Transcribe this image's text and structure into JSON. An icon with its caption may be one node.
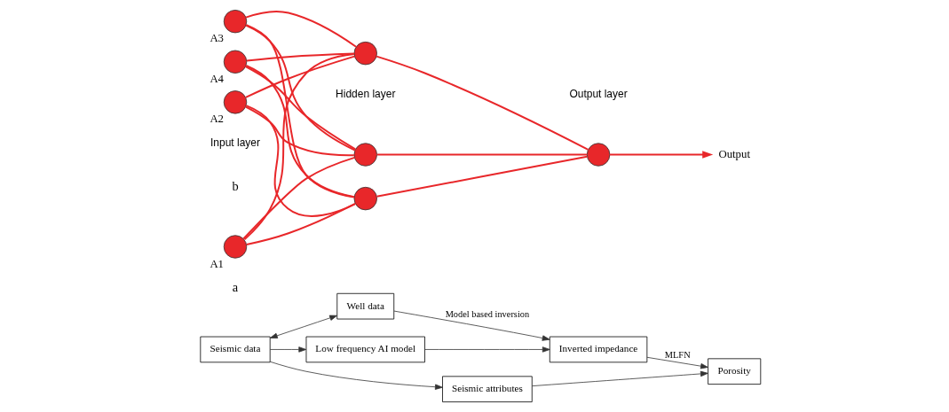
{
  "diagram": {
    "nodes": [
      {
        "text": [
          "Seismic data"
        ]
      },
      {
        "text": [
          "Well data"
        ]
      },
      {
        "text": [
          "Low frequency AI model"
        ]
      },
      {
        "text": [
          "Inverted impedance"
        ]
      },
      {
        "text": [
          "Seismic attributes"
        ]
      },
      {
        "text": [
          "Porosity"
        ]
      },
      {
        "text": [],
        "shape": "circle",
        "beside": [
          "A1"
        ]
      },
      {
        "text": [],
        "shape": "circle",
        "beside": [
          "A2"
        ]
      },
      {
        "text": [],
        "shape": "circle",
        "beside": [
          "A3"
        ]
      },
      {
        "text": [],
        "shape": "circle",
        "beside": [
          "A4"
        ]
      },
      {
        "text": [],
        "shape": "circle"
      },
      {
        "text": [],
        "shape": "circle"
      },
      {
        "text": [],
        "shape": "circle"
      },
      {
        "text": [],
        "shape": "circle"
      },
      {
        "text": [
          "Output"
        ]
      }
    ],
    "edges": [
      {
        "from": 0,
        "to": 1,
        "arrow": "both",
        "color": "#333333"
      },
      {
        "from": 0,
        "to": 2,
        "arrow": "to",
        "color": "#333333"
      },
      {
        "from": 1,
        "to": 3,
        "arrow": "to",
        "label": "Model based inversion",
        "color": "#333333"
      },
      {
        "from": 2,
        "to": 3,
        "arrow": "to",
        "color": "#333333"
      },
      {
        "from": 0,
        "to": 4,
        "arrow": "to",
        "color": "#333333"
      },
      {
        "from": 3,
        "to": 5,
        "arrow": "to",
        "label": "MLFN",
        "color": "#333333"
      },
      {
        "from": 4,
        "to": 5,
        "arrow": "to",
        "color": "#333333"
      },
      {
        "from": 6,
        "to": 10,
        "arrow": "none"
      },
      {
        "from": 6,
        "to": 11,
        "arrow": "none"
      },
      {
        "from": 6,
        "to": 12,
        "arrow": "none"
      },
      {
        "from": 7,
        "to": 10,
        "arrow": "none"
      },
      {
        "from": 7,
        "to": 11,
        "arrow": "none"
      },
      {
        "from": 7,
        "to": 12,
        "arrow": "none"
      },
      {
        "from": 8,
        "to": 10,
        "arrow": "none"
      },
      {
        "from": 8,
        "to": 11,
        "arrow": "none"
      },
      {
        "from": 8,
        "to": 12,
        "arrow": "none"
      },
      {
        "from": 9,
        "to": 10,
        "arrow": "none"
      },
      {
        "from": 9,
        "to": 11,
        "arrow": "none"
      },
      {
        "from": 9,
        "to": 12,
        "arrow": "none"
      },
      {
        "from": 10,
        "to": 13,
        "arrow": "none"
      },
      {
        "from": 11,
        "to": 13,
        "arrow": "none"
      },
      {
        "from": 12,
        "to": 13,
        "arrow": "none"
      },
      {
        "from": 13,
        "to": 14,
        "arrow": "to"
      }
    ],
    "labels": [
      "a",
      "b",
      "Input layer",
      "Hidden layer",
      "Output layer"
    ]
  }
}
